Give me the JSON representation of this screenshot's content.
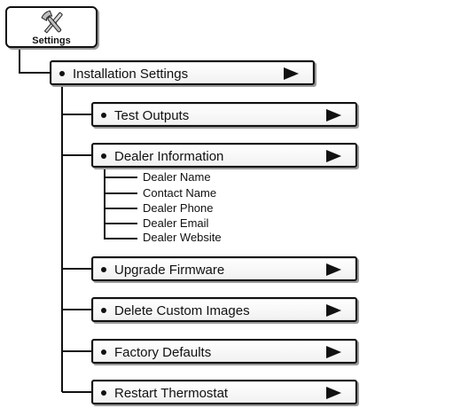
{
  "root": {
    "label": "Settings",
    "icon": "wrench-screwdriver-icon"
  },
  "installation": {
    "label": "Installation Settings"
  },
  "submenu": [
    {
      "key": "test-outputs",
      "label": "Test Outputs"
    },
    {
      "key": "dealer-information",
      "label": "Dealer Information"
    },
    {
      "key": "upgrade-firmware",
      "label": "Upgrade Firmware"
    },
    {
      "key": "delete-custom-images",
      "label": "Delete Custom Images"
    },
    {
      "key": "factory-defaults",
      "label": "Factory Defaults"
    },
    {
      "key": "restart-thermostat",
      "label": "Restart Thermostat"
    }
  ],
  "dealer_fields": [
    "Dealer Name",
    "Contact Name",
    "Dealer Phone",
    "Dealer Email",
    "Dealer Website"
  ]
}
